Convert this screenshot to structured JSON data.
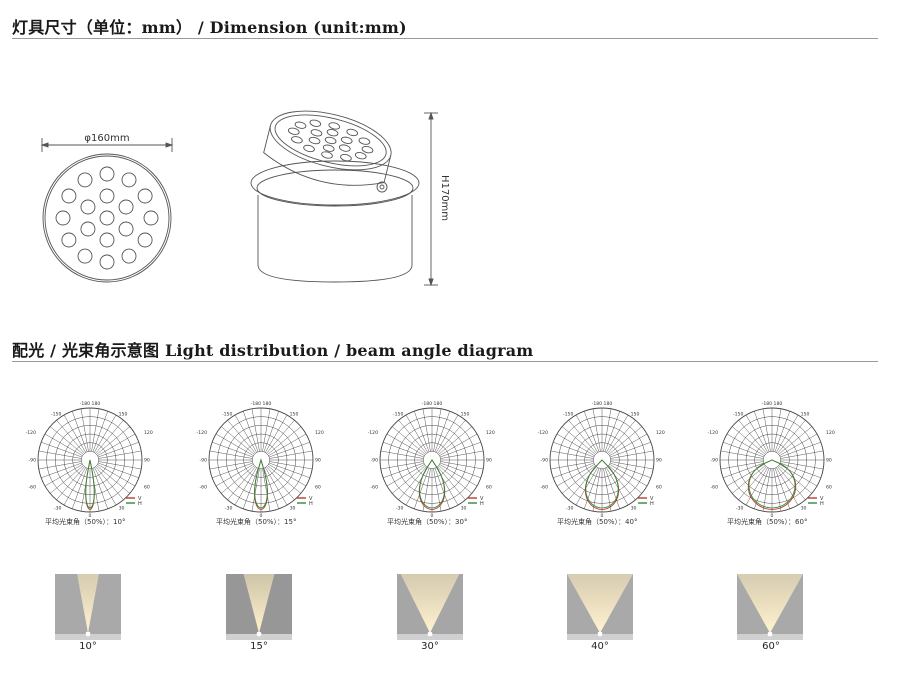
{
  "dimension": {
    "title": "灯具尺寸（单位：mm） / Dimension (unit:mm)",
    "diameter_label": "φ160mm",
    "height_label": "H170mm"
  },
  "light": {
    "title": "配光 / 光束角示意图   Light distribution / beam angle diagram",
    "legend_v": "V",
    "legend_h": "H",
    "diagrams": [
      {
        "caption": "平均光束角（50%）：10°",
        "beam_deg": 10,
        "label": "10°"
      },
      {
        "caption": "平均光束角（50%）：15°",
        "beam_deg": 15,
        "label": "15°"
      },
      {
        "caption": "平均光束角（50%）：30°",
        "beam_deg": 30,
        "label": "30°"
      },
      {
        "caption": "平均光束角（50%）：40°",
        "beam_deg": 40,
        "label": "40°"
      },
      {
        "caption": "平均光束角（50%）：60°",
        "beam_deg": 60,
        "label": "60°"
      }
    ],
    "polar_labels": {
      "top": "-180 180",
      "upper_left": "-150",
      "upper_right": "150",
      "mid_left_high": "-120",
      "mid_right_high": "120",
      "left": "-90",
      "right": "90",
      "mid_left_low": "-60",
      "mid_right_low": "60",
      "lower_left": "-30",
      "lower_right": "30",
      "bottom": "0"
    },
    "colors": {
      "v_curve": "#c0392b",
      "h_curve": "#2e8b3a",
      "grid": "#444444"
    }
  }
}
